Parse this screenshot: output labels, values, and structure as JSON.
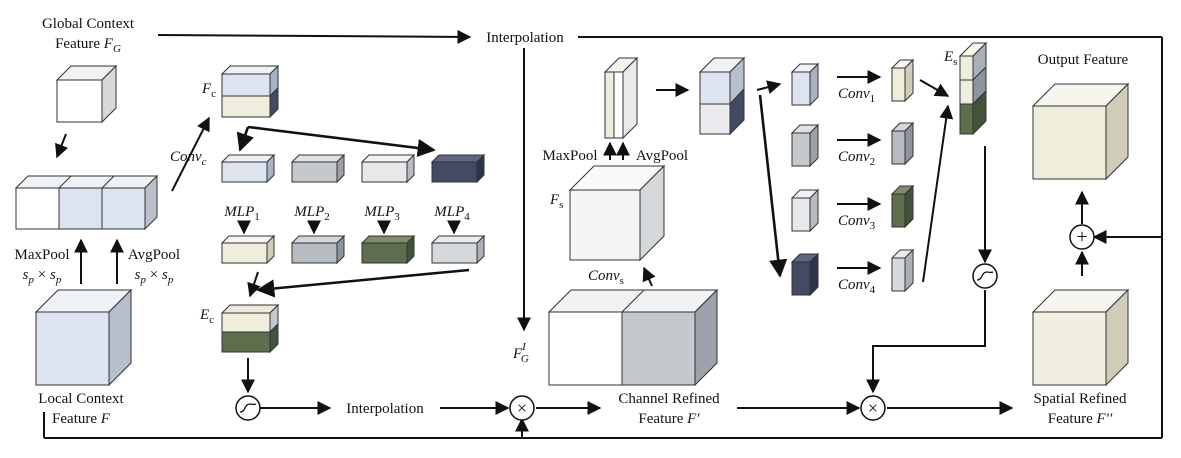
{
  "labels": {
    "global_context_line1": "Global Context",
    "global_context_line2": "Feature ",
    "global_context_sym": "F",
    "global_context_sub": "G",
    "interpolation_top": "Interpolation",
    "interpolation_bottom": "Interpolation",
    "local_context_line1": "Local Context",
    "local_context_line2": "Feature ",
    "local_context_sym": "F",
    "maxpool_left": "MaxPool",
    "avgpool_left": "AvgPool",
    "pool_size_left": "s",
    "pool_size_sub": "p",
    "pool_size_times": " × ",
    "fc_sym": "F",
    "fc_sub": "c",
    "conv_c": "Conv",
    "conv_c_sub": "c",
    "mlp1": "MLP",
    "mlp1_sub": "1",
    "mlp2": "MLP",
    "mlp2_sub": "2",
    "mlp3": "MLP",
    "mlp3_sub": "3",
    "mlp4": "MLP",
    "mlp4_sub": "4",
    "ec_sym": "E",
    "ec_sub": "c",
    "fgi_sym": "F",
    "fgi_sub": "G",
    "fgi_sup": "I",
    "maxpool_right": "MaxPool",
    "avgpool_right": "AvgPool",
    "fs_sym": "F",
    "fs_sub": "s",
    "conv_s": "Conv",
    "conv_s_sub": "s",
    "conv1": "Conv",
    "conv1_sub": "1",
    "conv2": "Conv",
    "conv2_sub": "2",
    "conv3": "Conv",
    "conv3_sub": "3",
    "conv4": "Conv",
    "conv4_sub": "4",
    "es_sym": "E",
    "es_sub": "s",
    "channel_refined_line1": "Channel Refined",
    "channel_refined_line2": "Feature ",
    "channel_refined_sym": "F′",
    "output_feature": "Output Feature",
    "spatial_refined_line1": "Spatial Refined",
    "spatial_refined_line2": "Feature ",
    "spatial_refined_sym": "F′′",
    "multiply_symbol": "×",
    "plus_symbol": "+"
  },
  "colors": {
    "light_blue": "#dde4f0",
    "gray": "#c4c9ce",
    "cream": "#efeedd",
    "green": "#5e6e4d",
    "navy": "#434b63",
    "white": "#ffffff"
  }
}
